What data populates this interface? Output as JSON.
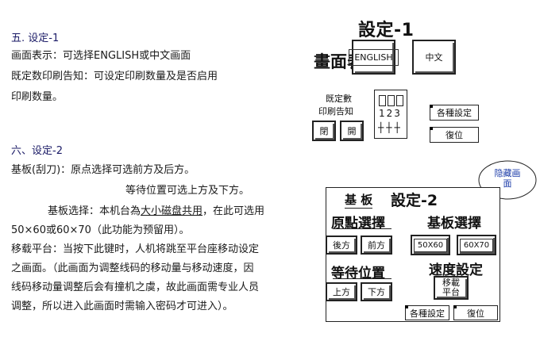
{
  "left_text": {
    "s5_head": "五. 设定-1",
    "s5_l1": "画面表示：可选择ENGLISH或中文画面",
    "s5_l2": "既定数印刷告知：可设定印刷数量及是否启用",
    "s5_l3": "印刷数量。",
    "s6_head": "六、设定-2",
    "s6_l1": "基板(刮刀)：原点选择可选前方及后方。",
    "s6_l2": "等待位置可选上方及下方。",
    "s6_l3a": "基板选择：本机台為",
    "s6_l3b": "大小磁盘共用",
    "s6_l3c": "，在此可选用",
    "s6_l4": "50×60或60×70（此功能为预留用）。",
    "s6_l5": "移载平台：当按下此键时，人机将跳至平台座移动设定",
    "s6_l6": "之画面。（此画面为调整线码的移动量与移动速度，因",
    "s6_l7": "线码移动量调整后会有撞机之虞，故此画面需专业人员",
    "s6_l8": "调整，所以进入此画面时需输入密码才可进入）。"
  },
  "screen1": {
    "title": "設定-1",
    "display_label": "畫面表示",
    "english_button": "ENGLISH",
    "chinese_button": "中文",
    "preset_label_1": "既定數",
    "preset_label_2": "印刷告知",
    "counter_digits": "123",
    "close_button": "閉",
    "open_button": "開",
    "settings_button": "各種設定",
    "reset_button": "復位"
  },
  "callout": {
    "text": "隐藏画面"
  },
  "screen2": {
    "base_label_top": "基 板",
    "title": "設定-2",
    "origin_label": "原點選擇",
    "board_select_label": "基板選擇",
    "back_button": "後方",
    "front_button": "前方",
    "size_5060_button": "50X60",
    "size_6070_button": "60X70",
    "wait_label": "等待位置",
    "speed_label": "速度設定",
    "up_button": "上方",
    "down_button": "下方",
    "move_button_1": "移載",
    "move_button_2": "平台",
    "settings_button": "各種設定",
    "reset_button": "復位"
  }
}
